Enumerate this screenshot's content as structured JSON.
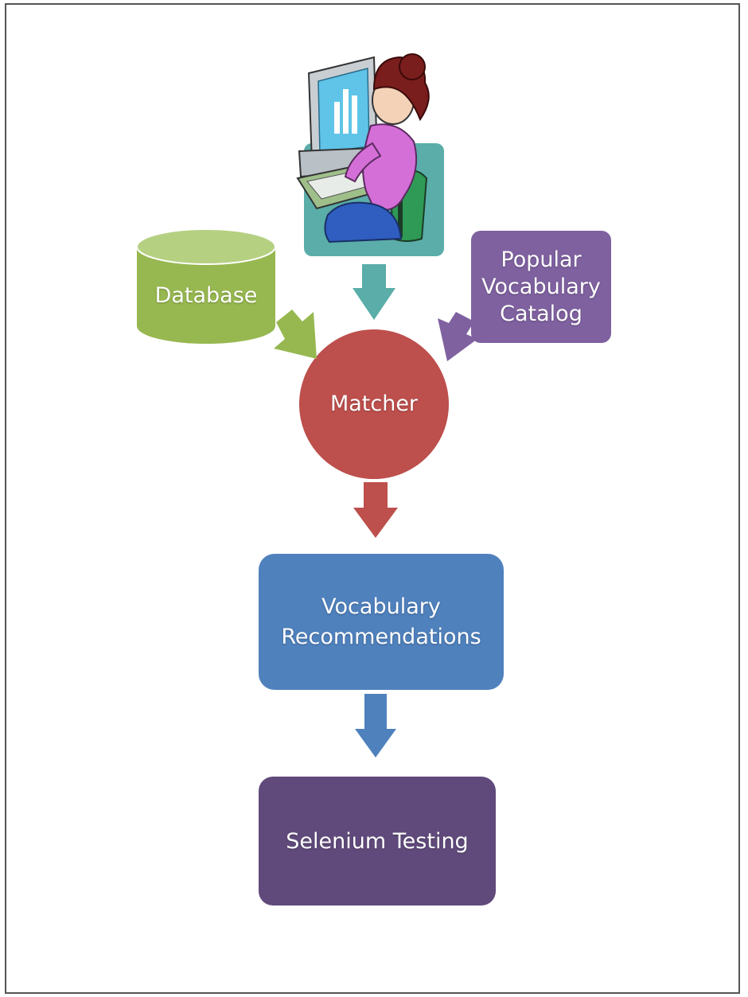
{
  "nodes": {
    "user": {
      "icon": "user-at-computer-icon",
      "color": "#5aada8"
    },
    "database": {
      "label": "Database",
      "color": "#97b850"
    },
    "catalog": {
      "label_line1": "Popular",
      "label_line2": "Vocabulary",
      "label_line3": "Catalog",
      "color": "#7f61a0"
    },
    "matcher": {
      "label": "Matcher",
      "color": "#bd4f4c"
    },
    "recommendations": {
      "label_line1": "Vocabulary",
      "label_line2": "Recommendations",
      "color": "#4f81bd"
    },
    "selenium": {
      "label": "Selenium Testing",
      "color": "#604a7b"
    }
  },
  "edges": [
    {
      "from": "user",
      "to": "matcher"
    },
    {
      "from": "database",
      "to": "matcher"
    },
    {
      "from": "catalog",
      "to": "matcher"
    },
    {
      "from": "matcher",
      "to": "recommendations"
    },
    {
      "from": "recommendations",
      "to": "selenium"
    }
  ]
}
